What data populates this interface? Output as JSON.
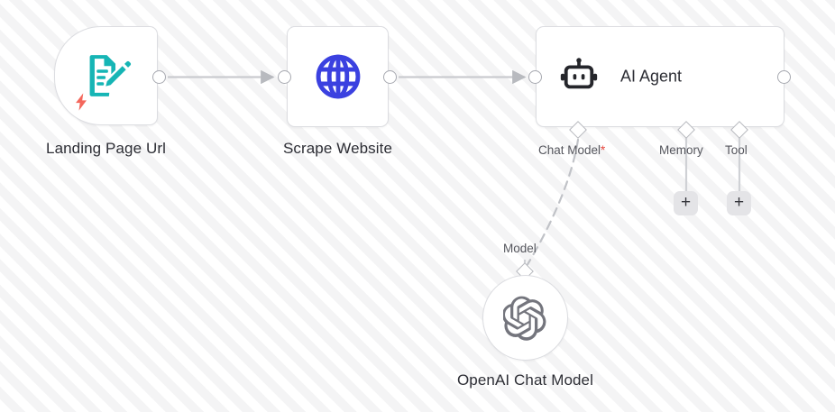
{
  "canvas": {
    "background": "#fcfcfc",
    "stripe_color": "#f4f4f5"
  },
  "nodes": [
    {
      "id": "landing-page-url",
      "label": "Landing Page Url",
      "icon": "document-edit-icon",
      "icon_color": "#16b5b5",
      "shape": "trigger",
      "badge": "lightning-bolt-icon",
      "badge_color": "#f4675c"
    },
    {
      "id": "scrape-website",
      "label": "Scrape Website",
      "icon": "globe-icon",
      "icon_color": "#3b41e0",
      "shape": "square"
    },
    {
      "id": "ai-agent",
      "label": "AI Agent",
      "icon": "robot-icon",
      "icon_color": "#25262b",
      "shape": "wide"
    },
    {
      "id": "openai-chat-model",
      "label": "OpenAI Chat Model",
      "icon": "openai-logo-icon",
      "icon_color": "#74757d",
      "shape": "circle"
    }
  ],
  "agent_sub_connectors": [
    {
      "id": "chat-model",
      "label": "Chat Model",
      "required": true,
      "required_marker": "*",
      "has_add_button": false
    },
    {
      "id": "memory",
      "label": "Memory",
      "required": false,
      "required_marker": "",
      "has_add_button": true,
      "add_label": "+"
    },
    {
      "id": "tool",
      "label": "Tool",
      "required": false,
      "required_marker": "",
      "has_add_button": true,
      "add_label": "+"
    }
  ],
  "openai_connector": {
    "label": "Model"
  },
  "edges": [
    {
      "from": "landing-page-url",
      "to": "scrape-website",
      "style": "solid"
    },
    {
      "from": "scrape-website",
      "to": "ai-agent",
      "style": "solid"
    },
    {
      "from": "openai-chat-model",
      "to": "ai-agent.chat-model",
      "style": "dashed"
    }
  ]
}
